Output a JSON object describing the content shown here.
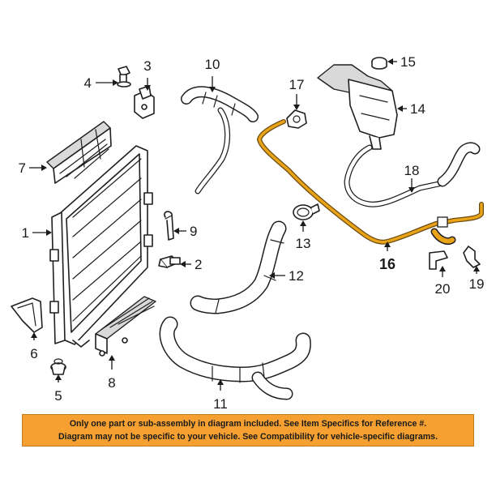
{
  "callouts": {
    "c1": "1",
    "c2": "2",
    "c3": "3",
    "c4": "4",
    "c5": "5",
    "c6": "6",
    "c7": "7",
    "c8": "8",
    "c9": "9",
    "c10": "10",
    "c11": "11",
    "c12": "12",
    "c13": "13",
    "c14": "14",
    "c15": "15",
    "c16": "16",
    "c17": "17",
    "c18": "18",
    "c19": "19",
    "c20": "20"
  },
  "highlight_color": "#e8a317",
  "notice": {
    "line1": "Only one part or sub-assembly in diagram included. See Item Specifics for Reference #.",
    "line2": "Diagram may not be specific to your vehicle. See Compatibility for vehicle-specific diagrams.",
    "background": "#f5a031"
  }
}
